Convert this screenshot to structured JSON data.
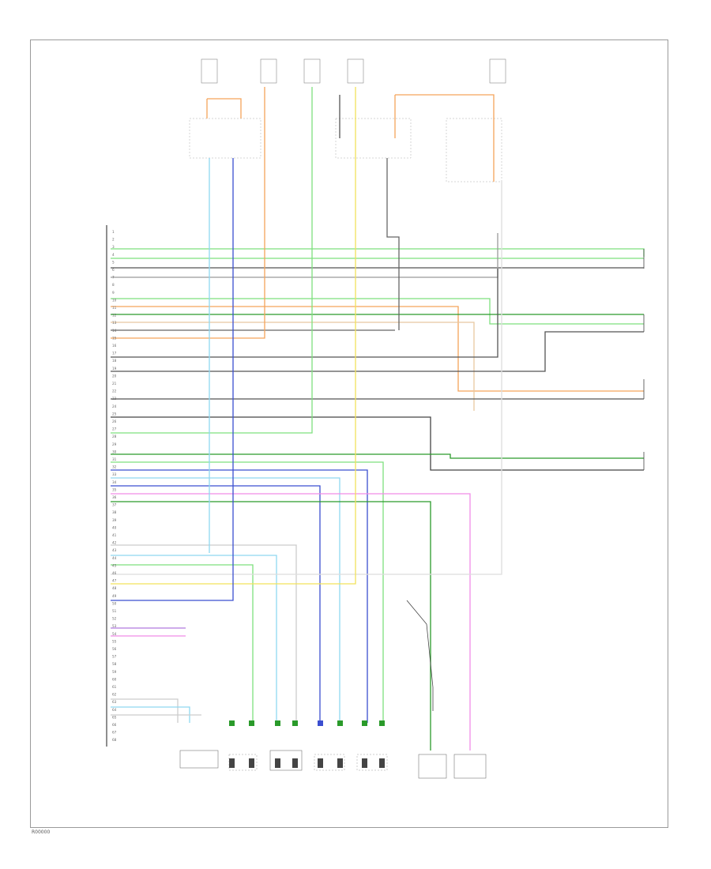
{
  "diagram": {
    "ref_code": "R00000",
    "colors": {
      "lt_green": "#7ee07e",
      "green": "#2a9a2a",
      "dk_blue": "#3b4fd0",
      "lt_blue": "#8fd8f0",
      "orange": "#f5a35a",
      "tan": "#e8c8a0",
      "yellow": "#f2e25a",
      "pink": "#f08ce8",
      "black": "#333333",
      "gray": "#9a9a9a",
      "violet": "#b07adf"
    },
    "module_pins": [
      "1",
      "2",
      "3",
      "4",
      "5",
      "6",
      "7",
      "8",
      "9",
      "10",
      "11",
      "12",
      "13",
      "14",
      "15",
      "16",
      "17",
      "18",
      "19",
      "20",
      "21",
      "22",
      "23",
      "24",
      "25",
      "26",
      "27",
      "28",
      "29",
      "30",
      "31",
      "32",
      "33",
      "34",
      "35",
      "36",
      "37",
      "38",
      "39",
      "40",
      "41",
      "42",
      "43",
      "44",
      "45",
      "46",
      "47",
      "48",
      "49",
      "50",
      "51",
      "52",
      "53",
      "54",
      "55",
      "56",
      "57",
      "58",
      "59",
      "60",
      "61",
      "62",
      "63",
      "64",
      "65",
      "66",
      "67",
      "68"
    ]
  }
}
